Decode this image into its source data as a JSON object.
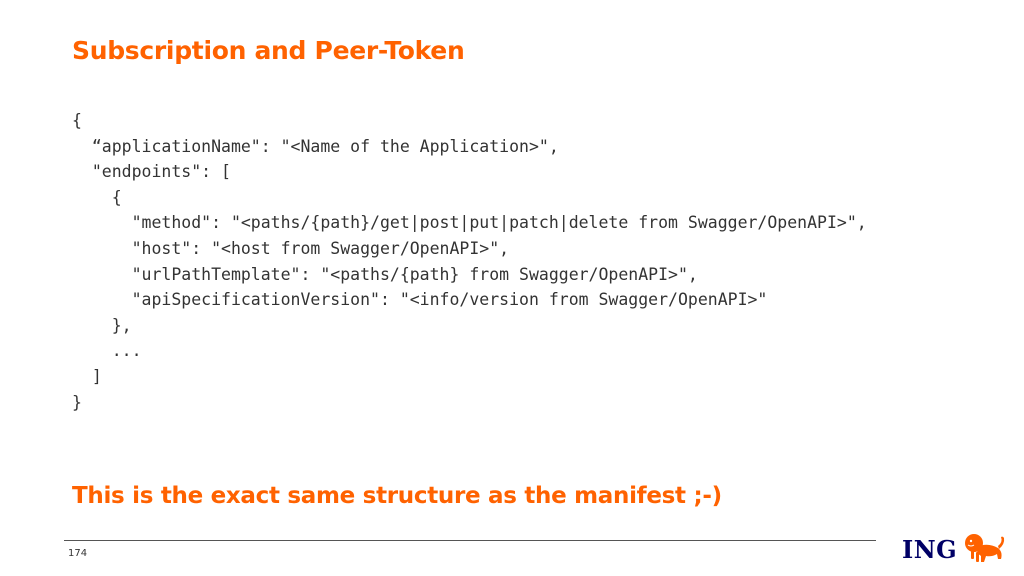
{
  "slide": {
    "title": "Subscription and Peer-Token",
    "code_lines": [
      "{",
      "  “applicationName\": \"<Name of the Application>\",",
      "  \"endpoints\": [",
      "    {",
      "      \"method\": \"<paths/{path}/get|post|put|patch|delete from Swagger/OpenAPI>\",",
      "      \"host\": \"<host from Swagger/OpenAPI>\",",
      "      \"urlPathTemplate\": \"<paths/{path} from Swagger/OpenAPI>\",",
      "      \"apiSpecificationVersion\": \"<info/version from Swagger/OpenAPI>\"",
      "    },",
      "    ...",
      "  ]",
      "}"
    ],
    "note": "This is the exact same structure as the manifest ;-)"
  },
  "footer": {
    "page_number": "174",
    "brand_name": "ING",
    "logo_icon": "lion-icon"
  },
  "colors": {
    "accent": "#ff6200",
    "brand_navy": "#000066",
    "text": "#333333"
  }
}
